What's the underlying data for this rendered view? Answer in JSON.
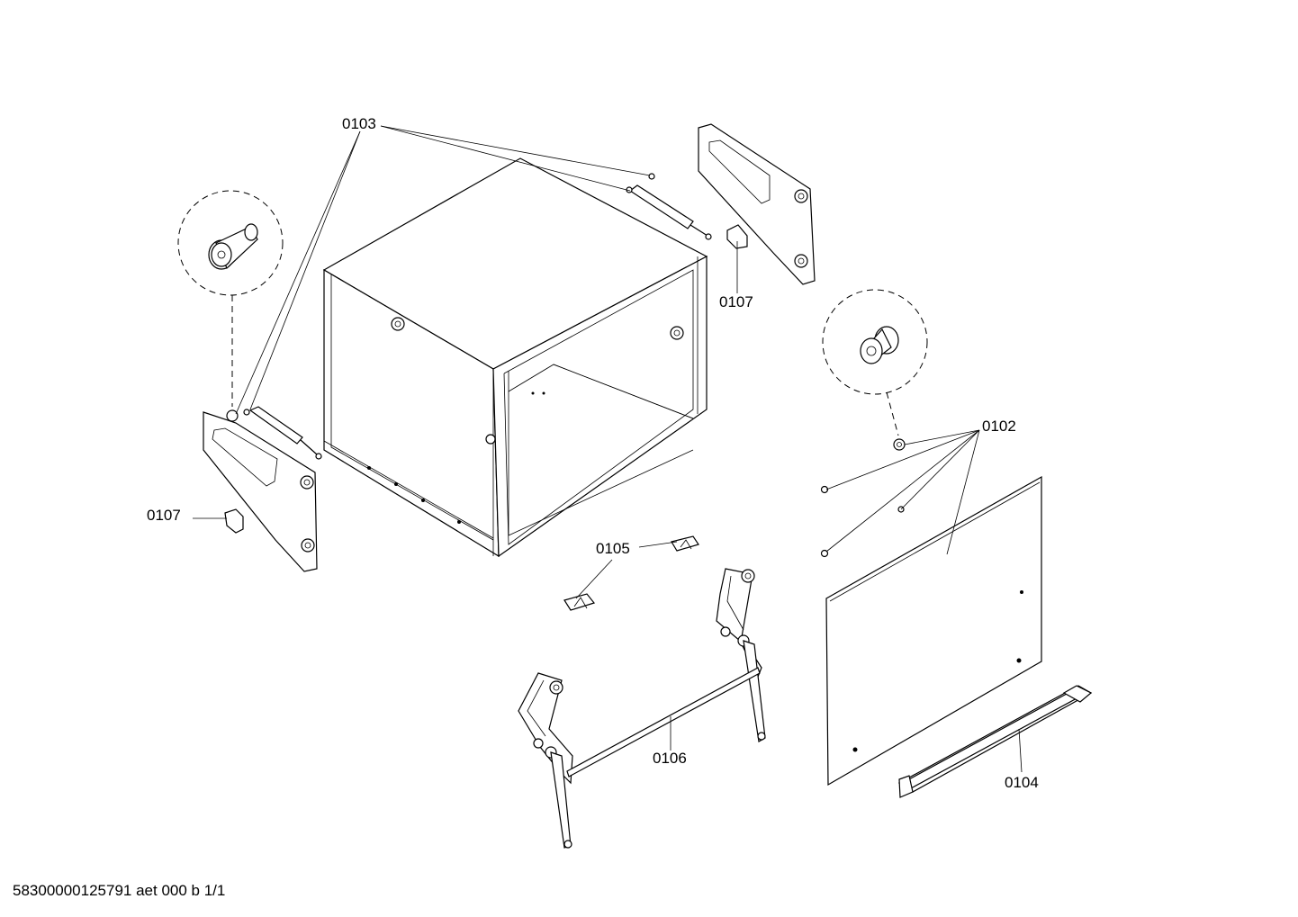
{
  "diagram": {
    "labels": {
      "l0103": "0103",
      "l0107_top": "0107",
      "l0107_left": "0107",
      "l0102": "0102",
      "l0105": "0105",
      "l0106": "0106",
      "l0104": "0104"
    }
  },
  "footer": {
    "code": "58300000125791 aet 000 b 1/1"
  }
}
